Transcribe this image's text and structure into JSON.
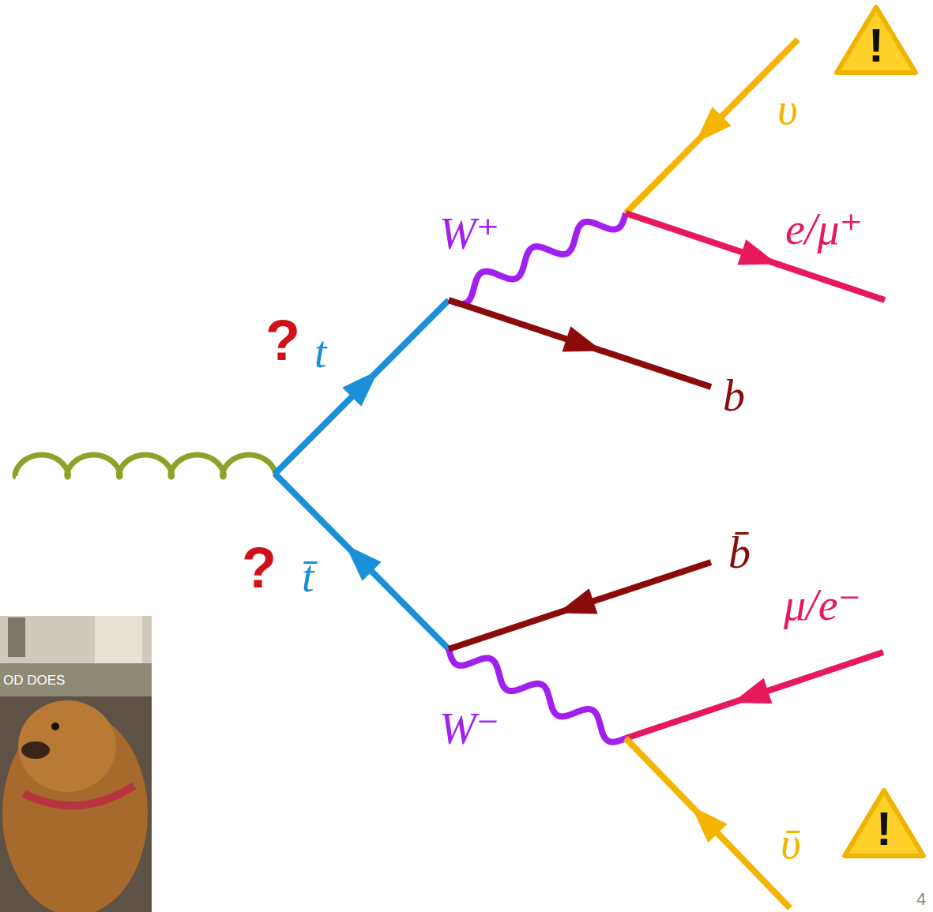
{
  "diagram": {
    "nodes": [
      {
        "text": [
          "!"
        ]
      },
      {
        "text": [
          "!"
        ]
      },
      {
        "text": [
          "OD DOES"
        ]
      }
    ],
    "labels": [
      "?",
      "t",
      "?",
      "t̄",
      "W⁺",
      "b",
      "b̄",
      "W⁻",
      "e/μ⁺",
      "μ/e⁻",
      "υ",
      "ῡ",
      "4"
    ]
  }
}
